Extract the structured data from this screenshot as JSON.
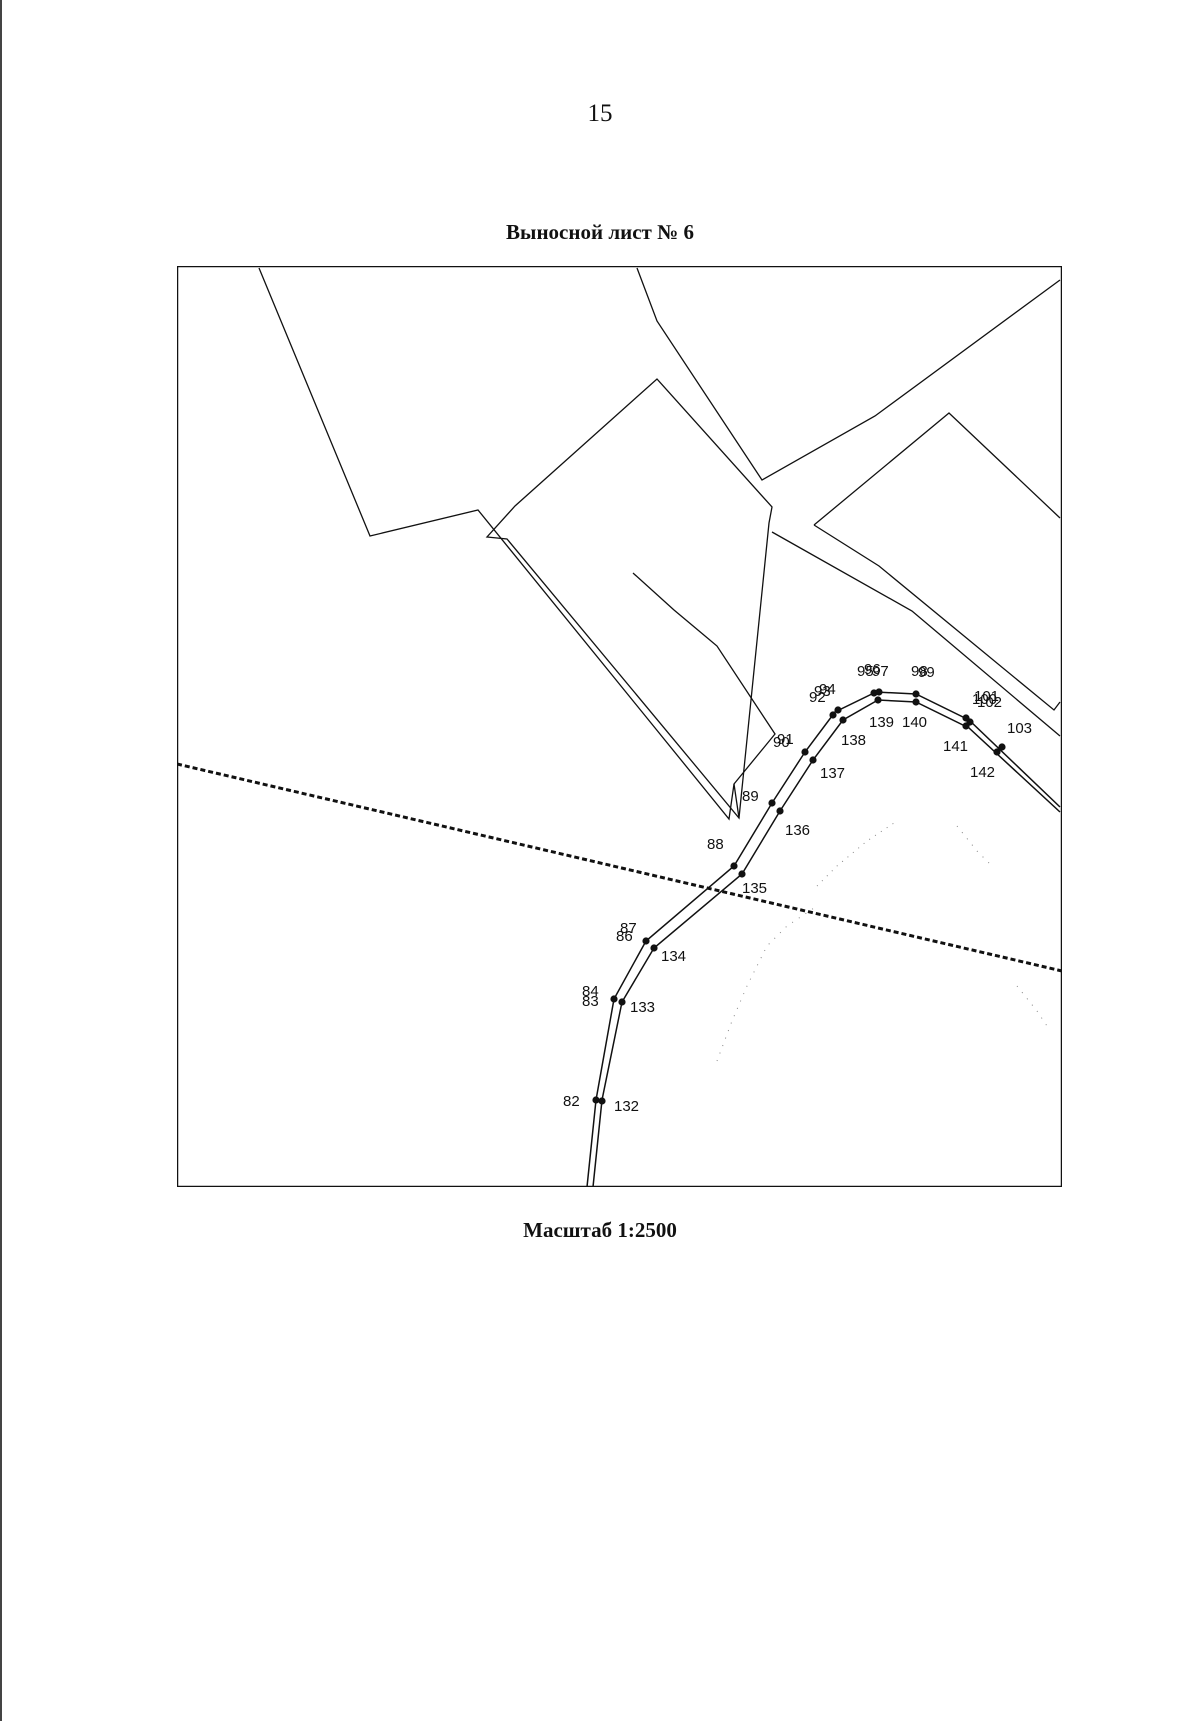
{
  "page": {
    "number": "15"
  },
  "sheet": {
    "title": "Выносной лист № 6"
  },
  "map": {
    "scale_caption": "Масштаб 1:2500",
    "point_labels": {
      "82": "82",
      "132": "132",
      "83": "83",
      "84": "84",
      "133": "133",
      "86": "86",
      "87": "87",
      "134": "134",
      "88": "88",
      "135": "135",
      "89": "89",
      "136": "136",
      "90": "90",
      "91": "91",
      "137": "137",
      "92": "92",
      "93": "93",
      "94": "94",
      "138": "138",
      "95": "95",
      "96": "96",
      "97": "97",
      "139": "139",
      "98": "98",
      "99": "99",
      "140": "140",
      "100": "100",
      "101": "101",
      "102": "102",
      "141": "141",
      "103": "103",
      "142": "142"
    }
  }
}
